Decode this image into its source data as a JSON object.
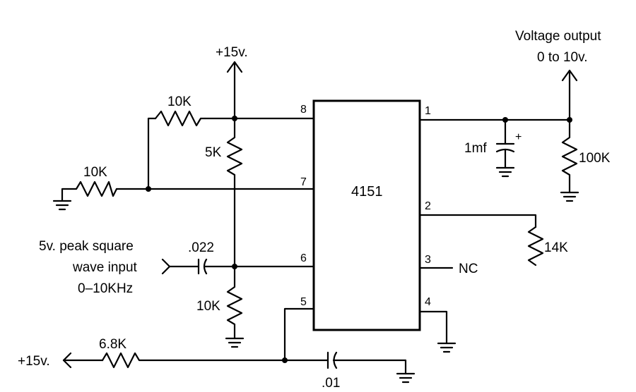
{
  "labels": {
    "supply_top": "+15v.",
    "supply_left": "+15v.",
    "output_title": "Voltage output",
    "output_range": "0 to 10v.",
    "chip": "4151",
    "input_line1": "5v. peak square",
    "input_line2": "wave input",
    "input_line3": "0–10KHz",
    "nc": "NC"
  },
  "components": {
    "r_top": "10K",
    "r_left": "10K",
    "r_5k": "5K",
    "r_10k_low": "10K",
    "r_68k": "6.8K",
    "r_14k": "14K",
    "r_100k": "100K",
    "c_input": ".022",
    "c_bottom": ".01",
    "c_output": "1mf",
    "c_output_polarity": "+"
  },
  "pins": {
    "p1": "1",
    "p2": "2",
    "p3": "3",
    "p4": "4",
    "p5": "5",
    "p6": "6",
    "p7": "7",
    "p8": "8"
  }
}
